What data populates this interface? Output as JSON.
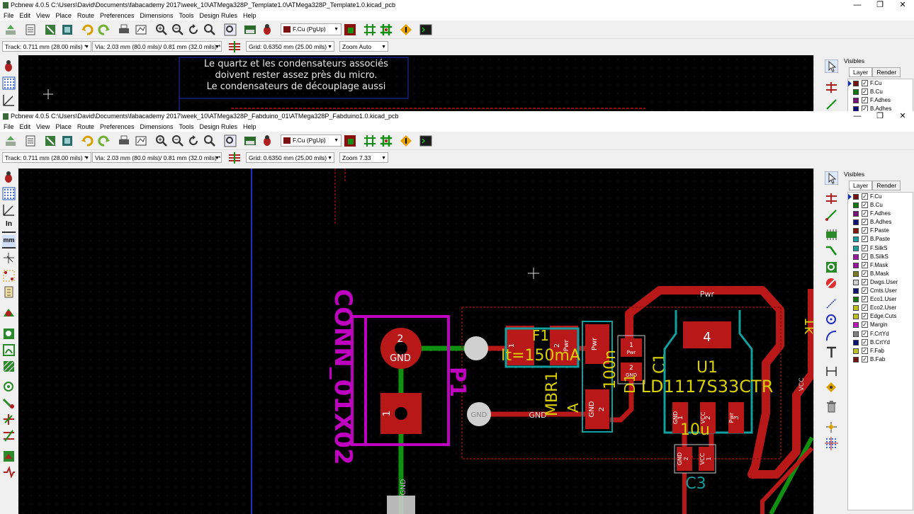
{
  "window1": {
    "title": "Pcbnew 4.0.5 C:\\Users\\David\\Documents\\fabacademy 2017\\week_10\\ATMega328P_Template1.0\\ATMega328P_Template1.0.kicad_pcb",
    "track": "Track: 0.711 mm (28.00 mils) *",
    "via": "Via: 2.03 mm (80.0 mils)/ 0.81 mm (32.0 mils) *",
    "grid": "Grid: 0.6350 mm (25.00 mils)",
    "zoom": "Zoom Auto",
    "note_lines": [
      "Le quartz et les condensateurs associés",
      "doivent rester assez près du micro.",
      "Le condensateurs de découplage aussi"
    ],
    "visible_layers": [
      {
        "name": "F.Cu",
        "color": "#7a1010"
      },
      {
        "name": "B.Cu",
        "color": "#0a7a0a"
      },
      {
        "name": "F.Adhes",
        "color": "#7a107a"
      },
      {
        "name": "B.Adhes",
        "color": "#10107a"
      }
    ]
  },
  "window2": {
    "title": "Pcbnew 4.0.5 C:\\Users\\David\\Documents\\fabacademy 2017\\week_10\\ATMega328P_Fabduino_01\\ATMega328P_Fabduino1.0.kicad_pcb",
    "track": "Track: 0.711 mm (28.00 mils) *",
    "via": "Via: 2.03 mm (80.0 mils)/ 0.81 mm (32.0 mils) *",
    "grid": "Grid: 0.6350 mm (25.00 mils)",
    "zoom": "Zoom 7.33",
    "visible_layers": [
      {
        "name": "F.Cu",
        "color": "#7a1010"
      },
      {
        "name": "B.Cu",
        "color": "#0a7a0a"
      },
      {
        "name": "F.Adhes",
        "color": "#7a107a"
      },
      {
        "name": "B.Adhes",
        "color": "#10107a"
      },
      {
        "name": "F.Paste",
        "color": "#8a1010"
      },
      {
        "name": "B.Paste",
        "color": "#10a0a0"
      },
      {
        "name": "F.SilkS",
        "color": "#10a0a0"
      },
      {
        "name": "B.SilkS",
        "color": "#a010a0"
      },
      {
        "name": "F.Mask",
        "color": "#a010a0"
      },
      {
        "name": "B.Mask",
        "color": "#7a7a10"
      },
      {
        "name": "Dwgs.User",
        "color": "#d0d0d0"
      },
      {
        "name": "Cmts.User",
        "color": "#10107a"
      },
      {
        "name": "Eco1.User",
        "color": "#107a10"
      },
      {
        "name": "Eco2.User",
        "color": "#c0c010"
      },
      {
        "name": "Edge.Cuts",
        "color": "#c0c010"
      },
      {
        "name": "Margin",
        "color": "#c010c0"
      },
      {
        "name": "F.CrtYd",
        "color": "#808080"
      },
      {
        "name": "B.CrtYd",
        "color": "#10107a"
      },
      {
        "name": "F.Fab",
        "color": "#c0c010"
      },
      {
        "name": "B.Fab",
        "color": "#7a1010"
      }
    ],
    "board": {
      "conn_ref": "CONN_01X02",
      "conn_val": "P1",
      "pad2_num": "2",
      "pad2_net": "GND",
      "pad1_num": "1",
      "gnd_via": "GND",
      "gnd_track": "GND",
      "gnd_bottom": "GND",
      "f1_ref": "F1",
      "f1_val": "It=150mA",
      "f1_pad1": "1",
      "f1_pad2": "2",
      "f1_pwr": "Pwr",
      "d1_ref": "D1",
      "d1_val": "MBR1",
      "d1_a": "A",
      "c1_ref": "C1",
      "c1_val": "100n",
      "c1_pwr": "Pwr",
      "c1_pad1": "1",
      "c1_pad2": "2",
      "c1_gnd": "GND",
      "pad_pwr": "Pwr",
      "pad_gnd2": "GND",
      "pad_2": "2",
      "u1_ref": "U1",
      "u1_val": "LD1117S33CTR",
      "u1_tab": "4",
      "u1_p1": "1",
      "u1_p1net": "GND",
      "u1_p2": "2",
      "u1_p2net": "VCC",
      "u1_p3": "3",
      "u1_p3net": "Pwr",
      "c3_ref": "C3",
      "c3_val": "10u",
      "c3_p2": "2",
      "c3_p2net": "GND",
      "c3_p1": "1",
      "c3_p1net": "VCC",
      "pwr_track": "Pwr",
      "vcc_track": "VCC",
      "edge_text": "1k"
    }
  },
  "menus": [
    "File",
    "Edit",
    "View",
    "Place",
    "Route",
    "Preferences",
    "Dimensions",
    "Tools",
    "Design Rules",
    "Help"
  ],
  "active_layer": "F.Cu (PgUp)",
  "panel": {
    "title": "Visibles",
    "tab_layer": "Layer",
    "tab_render": "Render"
  },
  "window_controls": {
    "minimize": "—",
    "maximize": "❐",
    "close": "✕"
  },
  "left_toolbar_text": {
    "inch": "In",
    "mm": "mm"
  },
  "colors": {
    "copper_front": "#b81818",
    "copper_back": "#109010",
    "silk": "#c000c0",
    "fab": "#d8d000",
    "pad_label": "#ffffff"
  }
}
